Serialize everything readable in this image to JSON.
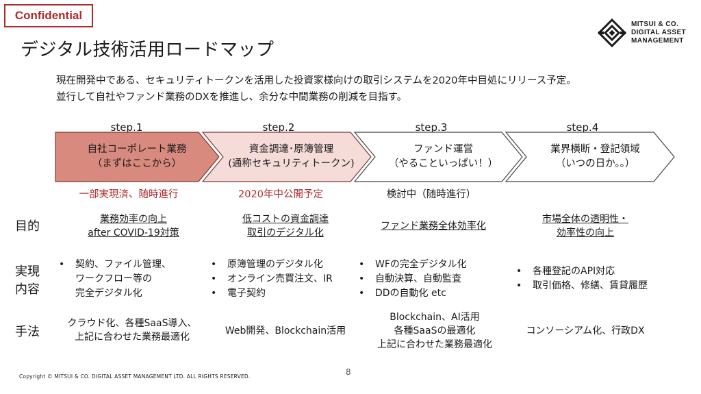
{
  "header": {
    "badge": "Confidential",
    "title": "デジタル技術活用ロードマップ",
    "logo_lines": [
      "MITSUI & CO.",
      "DIGITAL ASSET",
      "MANAGEMENT"
    ]
  },
  "intro": [
    "現在開発中である、セキュリティトークンを活用した投資家様向けの取引システムを2020年中目処にリリース予定。",
    "並行して自社やファンド業務のDXを推進し、余分な中間業務の削減を目指す。"
  ],
  "steps": [
    {
      "label": "step.1",
      "line1": "自社コーポレート業務",
      "line2": "（まずはここから）",
      "status": "一部実現済、随時進行",
      "fill": "#d88a7f",
      "goal": [
        "業務効率の向上",
        "after COVID-19対策"
      ],
      "items": [
        "契約、ファイル管理、",
        "ワークフロー等の",
        "完全デジタル化"
      ],
      "method": [
        "クラウド化、各種SaaS導入、",
        "上記に合わせた業務最適化"
      ]
    },
    {
      "label": "step.2",
      "line1": "資金調達･原簿管理",
      "line2": "(通称セキュリティトークン)",
      "status": "2020年中公開予定",
      "fill": "#f6dcd8",
      "goal": [
        "低コストの資金調達",
        "取引のデジタル化"
      ],
      "items": [
        "原簿管理のデジタル化",
        "オンライン売買注文、IR",
        "電子契約"
      ],
      "method": [
        "Web開発、Blockchain活用"
      ]
    },
    {
      "label": "step.3",
      "line1": "ファンド運営",
      "line2": "（やることいっぱい！）",
      "status": "検討中（随時進行）",
      "fill": "#ffffff",
      "goal": [
        "ファンド業務全体効率化"
      ],
      "items": [
        "WFの完全デジタル化",
        "自動決算、自動監査",
        "DDの自動化 etc"
      ],
      "method": [
        "Blockchain、AI活用",
        "各種SaaSの最適化",
        "上記に合わせた業務最適化"
      ]
    },
    {
      "label": "step.4",
      "line1": "業界横断・登記領域",
      "line2": "（いつの日か。。）",
      "status": "",
      "fill": "#ffffff",
      "goal": [
        "市場全体の透明性・",
        "効率性の向上"
      ],
      "items": [
        "各種登記のAPI対応",
        "取引価格、修繕、賃貸履歴"
      ],
      "method": [
        "コンソーシアム化、行政DX"
      ]
    }
  ],
  "rows": {
    "goal": "目的",
    "content_1": "実現",
    "content_2": "内容",
    "method": "手法"
  },
  "footer": {
    "copyright": "Copyright © MITSUI & CO. DIGITAL ASSET MANAGEMENT LTD. ALL RIGHTS RESERVED.",
    "page": "8"
  }
}
